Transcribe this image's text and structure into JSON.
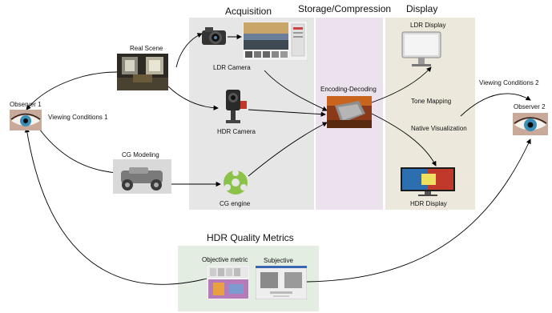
{
  "sections": {
    "acquisition": "Acquisition",
    "storage": "Storage/Compression",
    "display": "Display",
    "metrics": "HDR Quality Metrics"
  },
  "nodes": {
    "real_scene": "Real Scene",
    "cg_modeling": "CG Modeling",
    "ldr_camera": "LDR Camera",
    "hdr_camera": "HDR Camera",
    "cg_engine": "CG engine",
    "encoding": "Encoding-Decoding",
    "ldr_display": "LDR Display",
    "hdr_display": "HDR Display",
    "observer1": "Observer 1",
    "observer2": "Observer 2",
    "objective_metric": "Objective metric",
    "subjective": "Subjective"
  },
  "edges": {
    "viewing1": "Viewing Conditions 1",
    "viewing2": "Viewing Conditions 2",
    "tone_mapping": "Tone Mapping",
    "native_vis": "Native Visualization"
  },
  "colors": {
    "acquisition_bg": "#e6e6e6",
    "storage_bg": "#ece2ee",
    "display_bg": "#ece9dc",
    "metrics_bg": "#e3ede2",
    "arrow": "#000000"
  }
}
